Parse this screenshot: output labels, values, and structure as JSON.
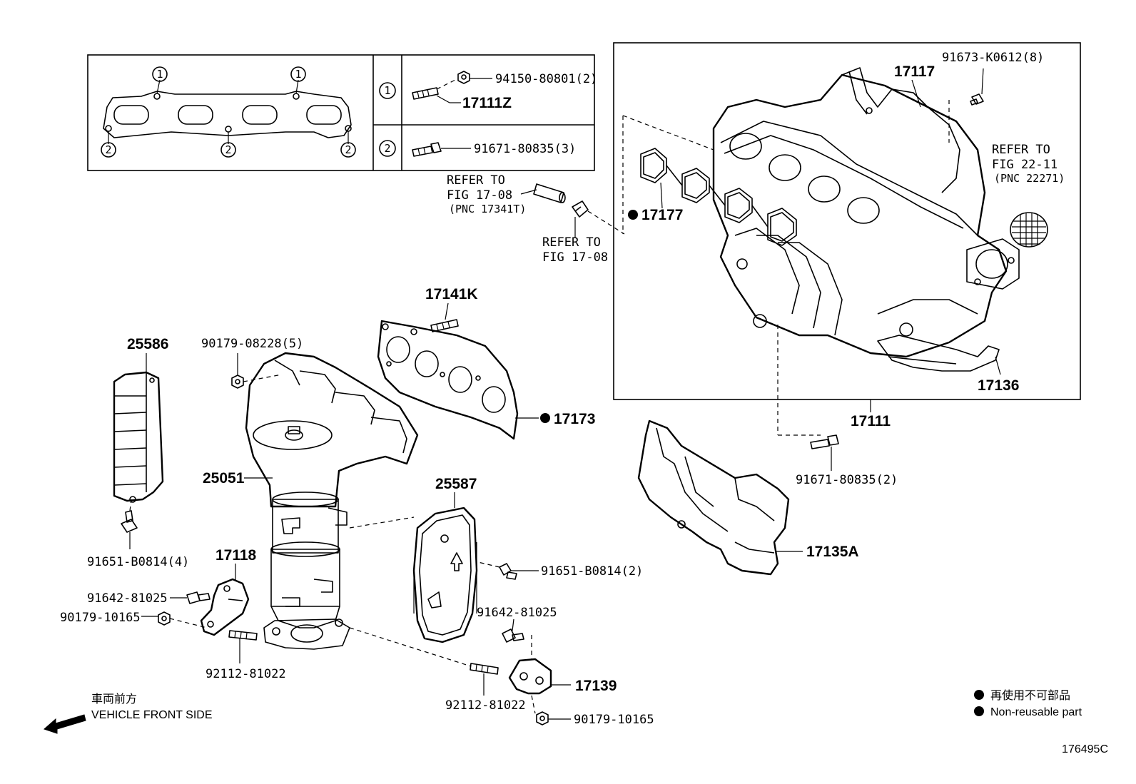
{
  "callouts": {
    "p94150": "94150-80801(2)",
    "p17111Z": "17111Z",
    "p91671a": "91671-80835(3)",
    "p91673": "91673-K0612(8)",
    "p17117": "17117",
    "refer_22_11": [
      "REFER TO",
      "FIG 22-11",
      "(PNC 22271)"
    ],
    "refer_17341": [
      "REFER TO",
      "FIG 17-08",
      "(PNC 17341T)"
    ],
    "refer_17_08": [
      "REFER TO",
      "FIG 17-08"
    ],
    "p17177": "17177",
    "p17141K": "17141K",
    "p17136": "17136",
    "p17111": "17111",
    "p25586": "25586",
    "p90179_08228": "90179-08228(5)",
    "p17173": "17173",
    "p25051": "25051",
    "p25587": "25587",
    "p91671b": "91671-80835(2)",
    "p17135A": "17135A",
    "p91651a": "91651-B0814(4)",
    "p17118": "17118",
    "p91651b": "91651-B0814(2)",
    "p91642a": "91642-81025",
    "p90179_10165a": "90179-10165",
    "p91642b": "91642-81025",
    "p92112a": "92112-81022",
    "p92112b": "92112-81022",
    "p17139": "17139",
    "p90179_10165b": "90179-10165"
  },
  "table": {
    "row1_num": "1",
    "row2_num": "2"
  },
  "gasket_marks": {
    "one": "1",
    "two": "2"
  },
  "legend": {
    "jp": "再使用不可部品",
    "en": "Non-reusable part"
  },
  "vehicle_front": {
    "jp": "車両前方",
    "en": "VEHICLE FRONT SIDE"
  },
  "figure_id": "176495C"
}
